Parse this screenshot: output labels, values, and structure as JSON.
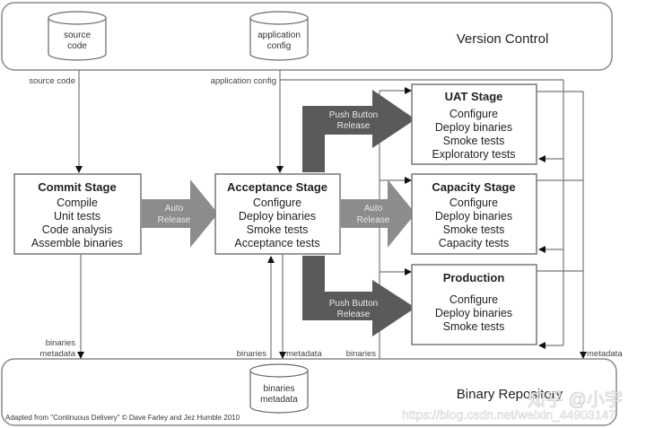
{
  "version_control": {
    "title": "Version Control",
    "repos": [
      {
        "line1": "source",
        "line2": "code"
      },
      {
        "line1": "application",
        "line2": "config"
      }
    ],
    "outputs": [
      "source code",
      "application config"
    ]
  },
  "stages": {
    "commit": {
      "title": "Commit Stage",
      "items": [
        "Compile",
        "Unit tests",
        "Code analysis",
        "Assemble binaries"
      ]
    },
    "acceptance": {
      "title": "Acceptance Stage",
      "items": [
        "Configure",
        "Deploy binaries",
        "Smoke tests",
        "Acceptance tests"
      ]
    },
    "uat": {
      "title": "UAT Stage",
      "items": [
        "Configure",
        "Deploy binaries",
        "Smoke tests",
        "Exploratory tests"
      ]
    },
    "capacity": {
      "title": "Capacity Stage",
      "items": [
        "Configure",
        "Deploy binaries",
        "Smoke tests",
        "Capacity tests"
      ]
    },
    "production": {
      "title": "Production",
      "items": [
        "Configure",
        "Deploy binaries",
        "Smoke tests"
      ]
    }
  },
  "release_arrows": {
    "auto_1": {
      "line1": "Auto",
      "line2": "Release"
    },
    "auto_2": {
      "line1": "Auto",
      "line2": "Release"
    },
    "push_uat": {
      "line1": "Push Button",
      "line2": "Release"
    },
    "push_prod": {
      "line1": "Push Button",
      "line2": "Release"
    }
  },
  "flow_labels": {
    "commit_out_1": "binaries",
    "commit_out_2": "metadata",
    "acceptance_in": "binaries",
    "acceptance_out": "metadata",
    "downstream_in": "binaries",
    "downstream_out": "metadata"
  },
  "binary_repository": {
    "title": "Binary Repository",
    "store": {
      "line1": "binaries",
      "line2": "metadata"
    }
  },
  "credit": "Adapted from \"Continuous Delivery\" © Dave Farley and Jez Humble 2010",
  "watermark": {
    "zhihu": "知乎 @小宇",
    "url": "https://blog.csdn.net/weixin_44903147"
  },
  "colors": {
    "auto_arrow": "#8c8c8c",
    "push_arrow": "#5a5a5a",
    "line": "#777777"
  }
}
